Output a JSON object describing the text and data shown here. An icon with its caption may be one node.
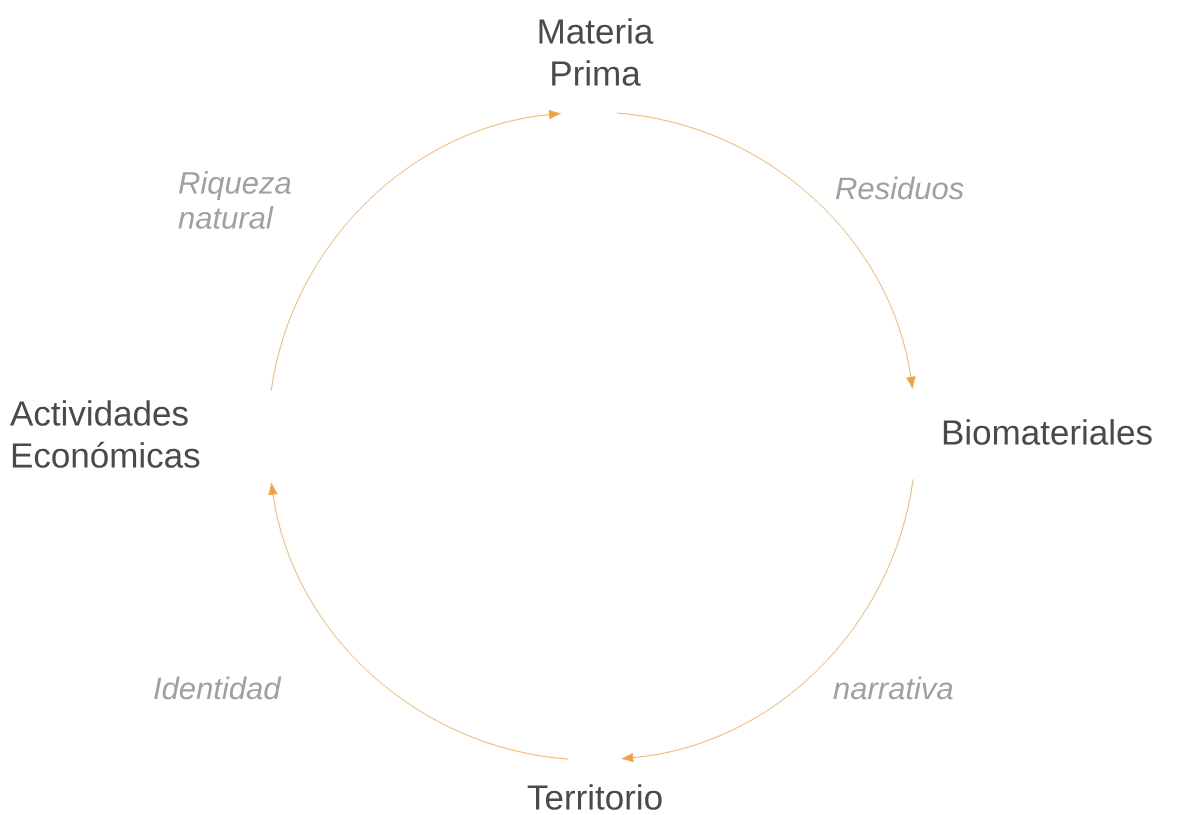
{
  "diagram": {
    "nodes": [
      {
        "text": [
          "Materia Prima"
        ]
      },
      {
        "text": [
          "Biomateriales"
        ]
      },
      {
        "text": [
          "Territorio"
        ]
      },
      {
        "text": [
          "Actividades Económicas"
        ]
      }
    ],
    "edges": [
      {
        "from": 0,
        "to": 1,
        "arrow": "to",
        "label": "Residuos"
      },
      {
        "from": 1,
        "to": 2,
        "arrow": "to",
        "label": "narrativa"
      },
      {
        "from": 2,
        "to": 3,
        "arrow": "to",
        "label": "Identidad"
      },
      {
        "from": 3,
        "to": 0,
        "arrow": "to",
        "label": "Riqueza natural"
      }
    ]
  }
}
